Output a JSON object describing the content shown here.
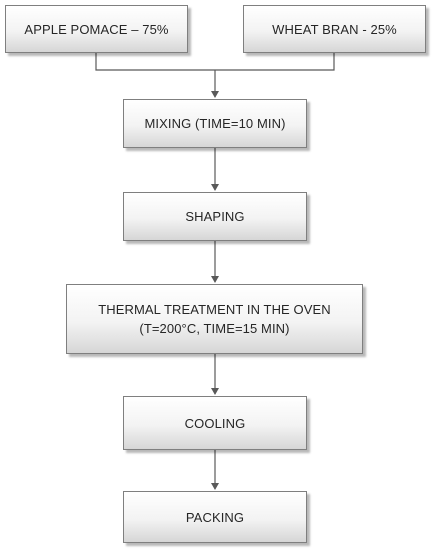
{
  "colors": {
    "box_border": "#7f7f7f",
    "box_fill_top": "#ffffff",
    "box_fill_bottom": "#d6d6d6",
    "connector": "#595959",
    "text": "#262626"
  },
  "nodes": {
    "apple_pomace": "APPLE POMACE – 75%",
    "wheat_bran": "WHEAT BRAN - 25%",
    "mixing": "MIXING (TIME=10 MIN)",
    "shaping": "SHAPING",
    "thermal_line1": "THERMAL TREATMENT IN THE OVEN",
    "thermal_line2": "(T=200°C, TIME=15 MIN)",
    "cooling": "COOLING",
    "packing": "PACKING"
  }
}
